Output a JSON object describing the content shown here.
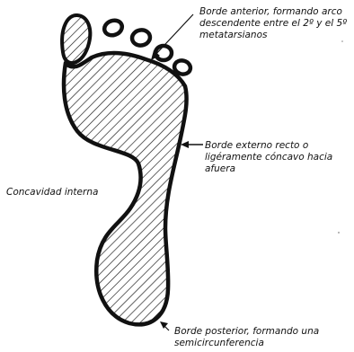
{
  "labels": {
    "anterior": {
      "line1": "Borde anterior, formando arco",
      "line2": "descendente entre el 2º y el 5º",
      "line3": "metatarsianos"
    },
    "externo": {
      "line1": "Borde externo recto o",
      "line2": "ligéramente cóncavo hacia",
      "line3": "afuera"
    },
    "interna": {
      "line1": "Concavidad interna"
    },
    "posterior": {
      "line1": "Borde posterior, formando una",
      "line2": "semicircunferencia"
    }
  },
  "colors": {
    "ink": "#111111",
    "background": "#ffffff"
  }
}
